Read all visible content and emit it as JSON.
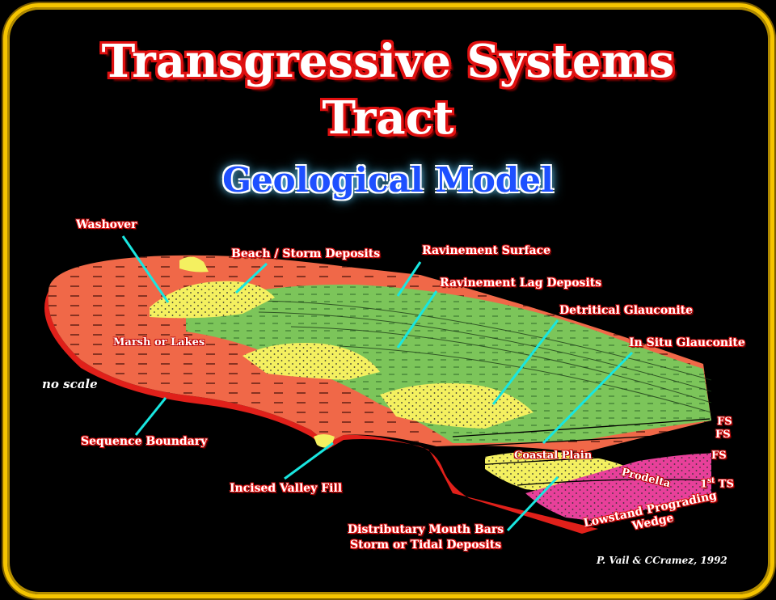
{
  "title_line1": "Transgressive Systems",
  "title_line2": "Tract",
  "subtitle": "Geological Model",
  "labels": {
    "washover": "Washover",
    "beach": "Beach / Storm Deposits",
    "ravinement_surface": "Ravinement Surface",
    "ravinement_lag": "Ravinement Lag Deposits",
    "detrital_glauconite": "Detritical Glauconite",
    "insitu_glauconite": "In Situ Glauconite",
    "marsh": "Marsh or Lakes",
    "sequence_boundary": "Sequence Boundary",
    "incised_valley": "Incised Valley Fill",
    "coastal_plain": "Coastal Plain",
    "prodelta": "Prodelta",
    "fs1": "FS",
    "fs2": "FS",
    "fs3": "FS",
    "ts_num": "1",
    "ts_sup": "st",
    "ts_text": " TS",
    "lowstand_1": "Lowstand Prograding",
    "lowstand_2": "Wedge",
    "mouth_bars_1": "Distributary Mouth Bars",
    "mouth_bars_2": "Storm or Tidal Deposits"
  },
  "no_scale": "no scale",
  "credit": "P. Vail & CCramez, 1992",
  "colors": {
    "frame": "#f5c400",
    "title_outline": "#e01010",
    "subtitle": "#1e50ff",
    "pointer": "#19e6e0",
    "marsh": "#f06848",
    "green": "#7cc55a",
    "yellow": "#f4f060",
    "magenta": "#e8409a",
    "boundary": "#e0201a"
  }
}
